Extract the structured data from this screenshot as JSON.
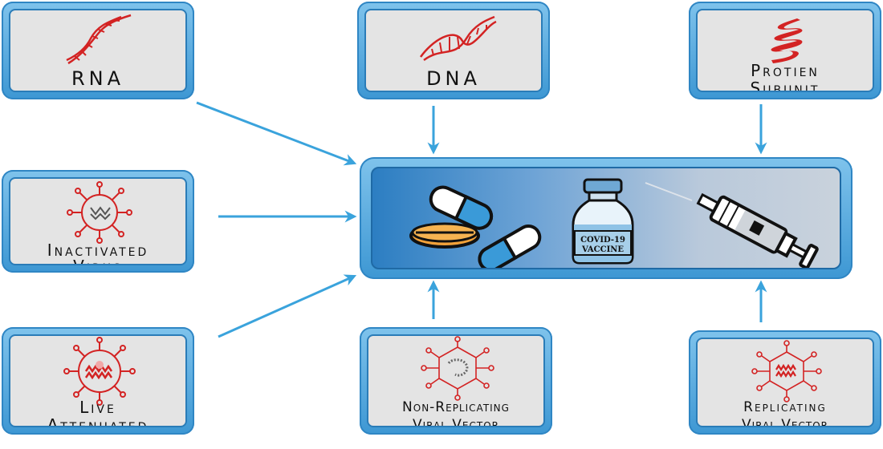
{
  "tiles": {
    "rna": {
      "label": "RNA"
    },
    "dna": {
      "label": "DNA"
    },
    "protein": {
      "line1": "Protien",
      "line2": "Subunit"
    },
    "inactivated": {
      "line1": "Inactivated",
      "line2": "Virus"
    },
    "live": {
      "line1": "Live",
      "line2": "Attenuated"
    },
    "nonrep": {
      "line1": "Non-Replicating",
      "line2": "Viral Vector"
    },
    "rep": {
      "line1": "Replicating",
      "line2": "Viral Vector"
    }
  },
  "center": {
    "vial_line1": "COVID-19",
    "vial_line2": "VACCINE"
  },
  "colors": {
    "arrow": "#3aa3dc",
    "icon_red": "#d32323",
    "tile_bg": "#e4e4e4",
    "tile_frame": "#3d97d3"
  }
}
